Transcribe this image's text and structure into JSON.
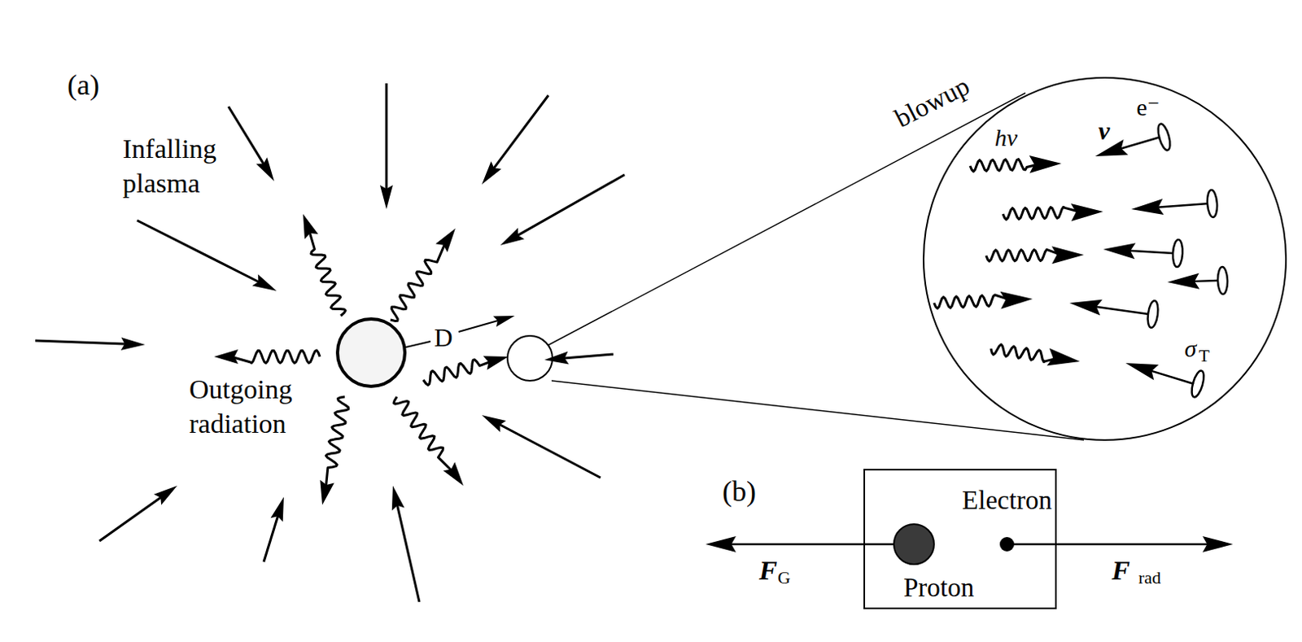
{
  "diagram": {
    "nodes": [
      {
        "text": [
          "Electron",
          "Proton"
        ]
      }
    ],
    "labels": [
      "(a)",
      "Infalling plasma",
      "Outgoing radiation",
      "D",
      "blowup",
      "hν",
      "v",
      "e⁻",
      "σ",
      "T",
      "(b)",
      "F",
      "G",
      "F",
      "rad"
    ]
  }
}
